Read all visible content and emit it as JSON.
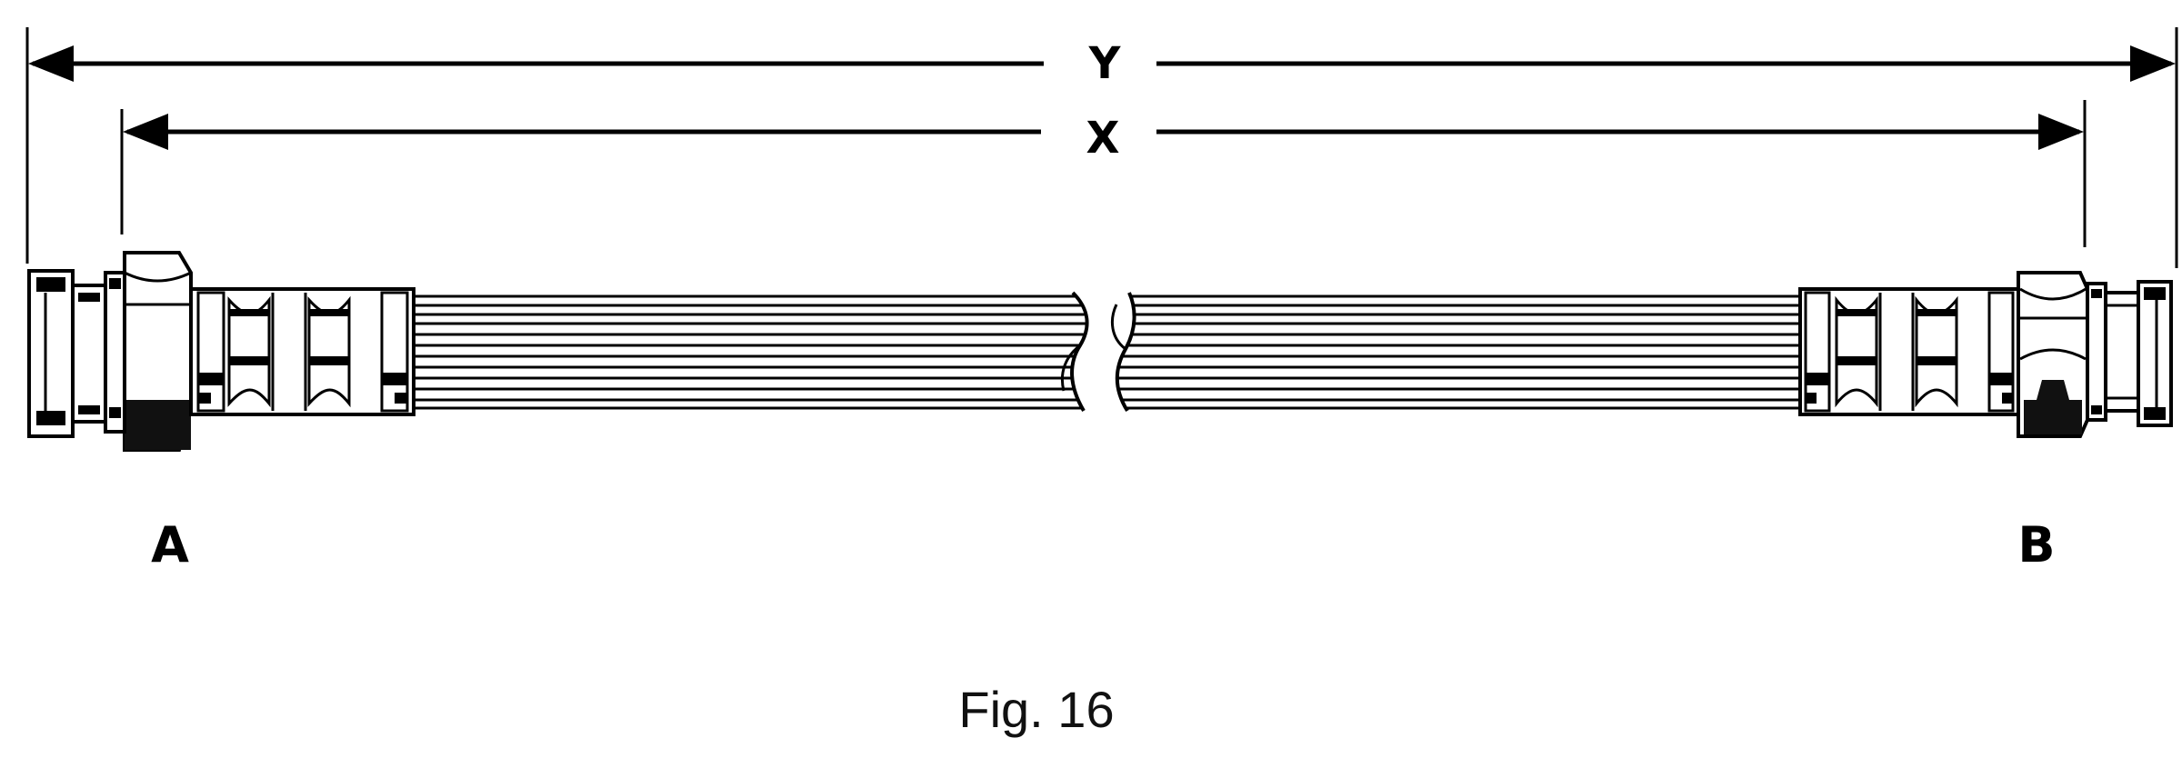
{
  "figure": {
    "dimension_overall": "Y",
    "dimension_hose": "X",
    "end_a": "A",
    "end_b": "B",
    "caption": "Fig. 16"
  },
  "colors": {
    "ink": "#000000",
    "paper": "#ffffff",
    "caption": "#111111"
  },
  "icons": {
    "left_fitting": "threaded-fitting-with-hex-nut",
    "right_fitting": "threaded-fitting-with-hex-nut",
    "hose": "ribbed-flexible-hose-with-break"
  }
}
